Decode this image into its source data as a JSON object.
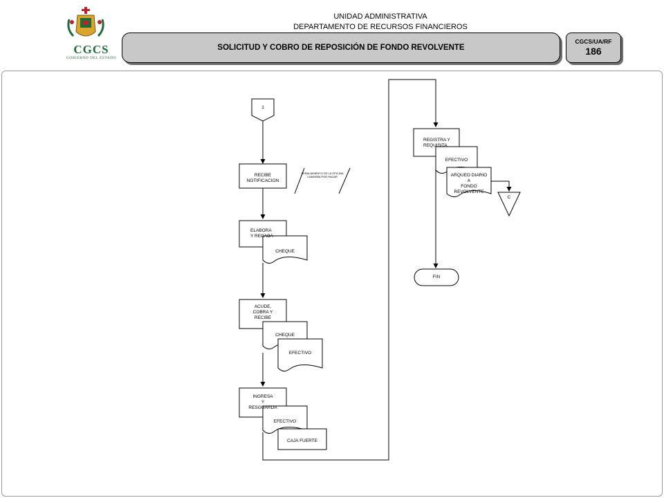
{
  "header": {
    "logo_text": "CGCS",
    "logo_sub": "GOBIERNO DEL ESTADO",
    "unit": "UNIDAD ADMINISTRATIVA",
    "department": "DEPARTAMENTO DE RECURSOS FINANCIEROS",
    "title": "SOLICITUD Y  COBRO DE REPOSICIÓN DE FONDO REVOLVENTE",
    "code": "CGCS/UA/RF",
    "page": "186"
  },
  "diagram": {
    "connector_start": "1",
    "steps": {
      "recibe": "RECIBE NOTIFICACION",
      "elabora": "ELABORA\nY  RECABA",
      "acude": "ACUDE,\nCOBRA Y\nRECIBE",
      "ingresa": "INGRESA\nY\nRESGUARDA",
      "registra": "REGISTRA Y\nREQUISITA"
    },
    "annotation": "SEÑALAMIENTO DE LA OFICINA\nCAMPAÑA POR PAGAR",
    "documents": {
      "cheque_1": "CHEQUE",
      "cheque_2": "CHEQUE",
      "efectivo_1": "EFECTIVO",
      "efectivo_2": "EFECTIVO",
      "caja_fuerte": "CAJA FUERTE",
      "efectivo_3": "EFECTIVO",
      "arqueo": "ARQUEO DIARIO\nA\nFONDO REVOLVENTE"
    },
    "archive": "C",
    "end": "FIN"
  },
  "colors": {
    "title_bg": "#c8c8c8",
    "shadow": "#6f6f6f",
    "logo_green": "#1f6b3a",
    "logo_gold": "#d9a52a",
    "logo_red": "#b3262d"
  }
}
